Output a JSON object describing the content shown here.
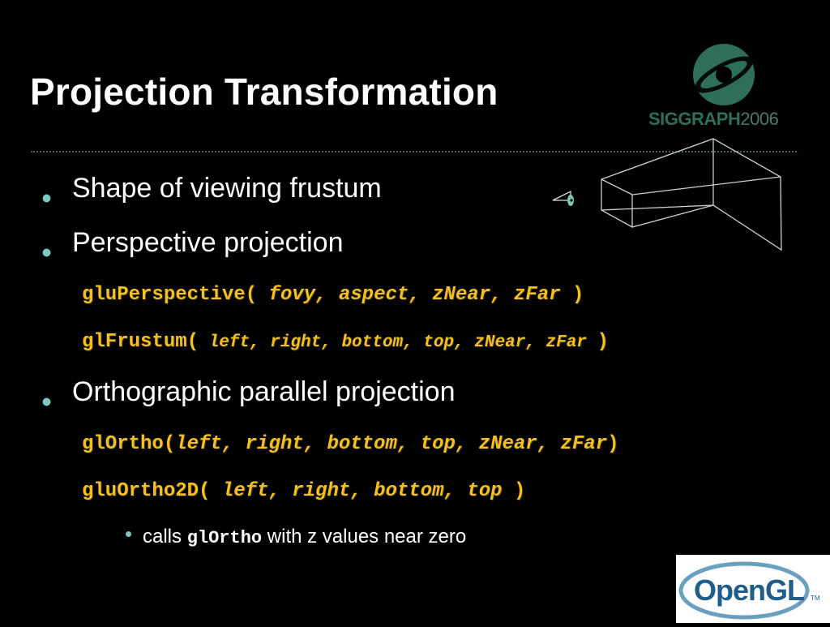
{
  "slide": {
    "title": "Projection Transformation",
    "bullets": [
      "Shape of viewing frustum",
      "Perspective projection",
      "Orthographic parallel projection"
    ],
    "perspective_calls": [
      {
        "func": "gluPerspective(",
        "args": " fovy, aspect, zNear, zFar ",
        "close": ")"
      },
      {
        "func": "glFrustum(",
        "args": " left, right, bottom, top, zNear, zFar ",
        "close": ")"
      }
    ],
    "ortho_calls": [
      {
        "func": "glOrtho(",
        "args": "left, right, bottom, top, zNear, zFar",
        "close": ")"
      },
      {
        "func": "gluOrtho2D(",
        "args": " left, right, bottom, top ",
        "close": ")"
      }
    ],
    "sub_bullet": {
      "pre": "calls ",
      "code": "glOrtho",
      "post": " with z values near zero"
    }
  },
  "logos": {
    "siggraph": {
      "name": "SIGGRAPH",
      "year": "2006"
    },
    "opengl": {
      "name": "OpenGL",
      "tm": "TM"
    }
  },
  "colors": {
    "background": "#000000",
    "code": "#f2c020",
    "bullet": "#7ec7c2",
    "siggraph": "#2f6e57"
  }
}
